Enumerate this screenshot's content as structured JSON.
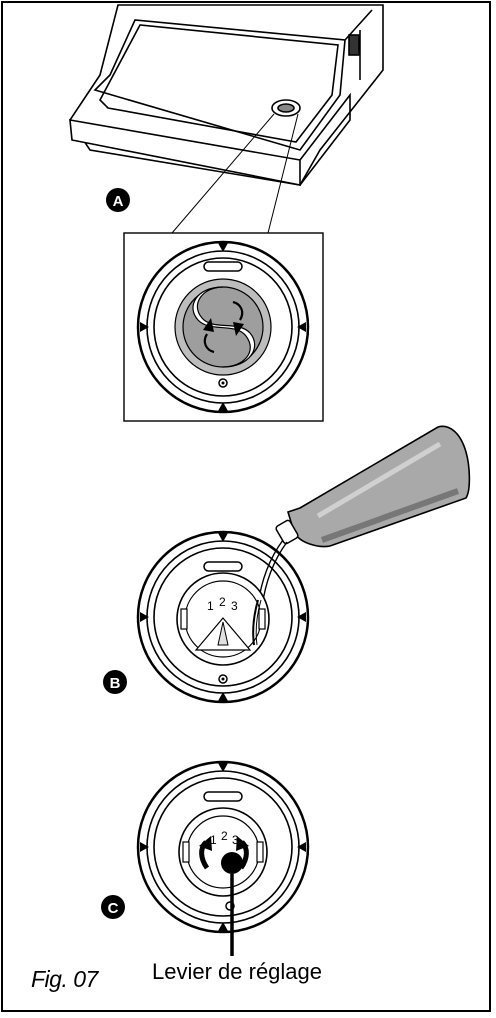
{
  "figure": {
    "caption": "Fig. 07",
    "callout_label": "Levier de réglage",
    "steps": [
      {
        "id": "A",
        "label": "A"
      },
      {
        "id": "B",
        "label": "B"
      },
      {
        "id": "C",
        "label": "C"
      }
    ],
    "dial_numbers": [
      "1",
      "2",
      "3"
    ],
    "icons": [
      "rotate-cap-icon",
      "rinse-aid-bottle-icon",
      "adjustment-lever-icon"
    ]
  }
}
